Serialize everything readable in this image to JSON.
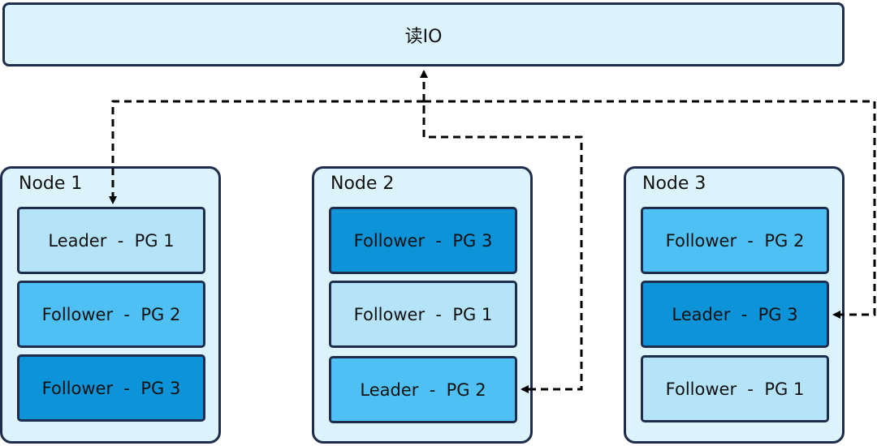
{
  "io_label": "读IO",
  "colors": {
    "border": "#1e2d4e",
    "node_bg": "#ddf3fb",
    "pg1": "#b5e4f8",
    "pg2": "#4fc0f3",
    "pg3": "#0c93d8"
  },
  "nodes": [
    {
      "title": "Node 1",
      "pgs": [
        {
          "label": "Leader  -  PG 1",
          "pg": "pg1"
        },
        {
          "label": "Follower  -  PG 2",
          "pg": "pg2"
        },
        {
          "label": "Follower  -  PG 3",
          "pg": "pg3"
        }
      ]
    },
    {
      "title": "Node 2",
      "pgs": [
        {
          "label": "Follower  -  PG 3",
          "pg": "pg3"
        },
        {
          "label": "Follower  -  PG 1",
          "pg": "pg1"
        },
        {
          "label": "Leader  -  PG 2",
          "pg": "pg2"
        }
      ]
    },
    {
      "title": "Node 3",
      "pgs": [
        {
          "label": "Follower  -  PG 2",
          "pg": "pg2"
        },
        {
          "label": "Leader  -  PG 3",
          "pg": "pg3"
        },
        {
          "label": "Follower  -  PG 1",
          "pg": "pg1"
        }
      ]
    }
  ]
}
